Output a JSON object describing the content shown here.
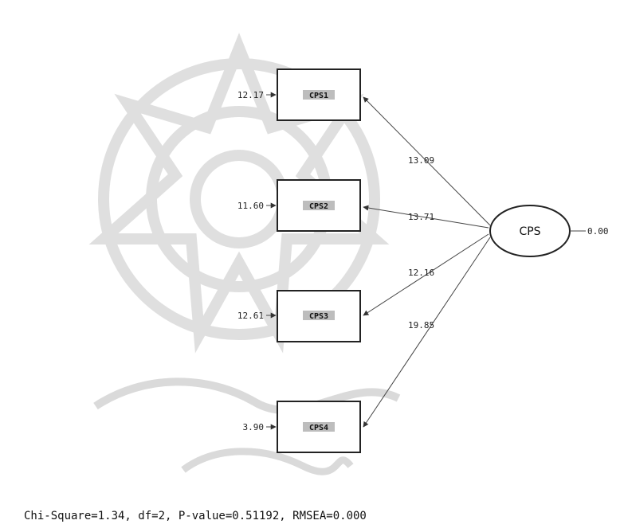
{
  "latent": {
    "label": "CPS",
    "variance": "0.00"
  },
  "indicators": [
    {
      "label": "CPS1",
      "error": "12.17",
      "loading": "13.09"
    },
    {
      "label": "CPS2",
      "error": "11.60",
      "loading": "13.71"
    },
    {
      "label": "CPS3",
      "error": "12.61",
      "loading": "12.16"
    },
    {
      "label": "CPS4",
      "error": "3.90",
      "loading": "19.85"
    }
  ],
  "fit_statistics": "Chi-Square=1.34, df=2, P-value=0.51192, RMSEA=0.000",
  "colors": {
    "line": "#444444",
    "watermark": "#d8d8d8"
  }
}
